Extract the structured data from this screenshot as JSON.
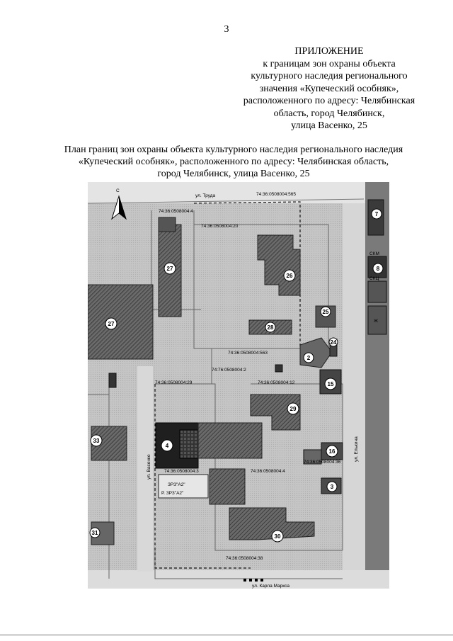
{
  "page_number": "3",
  "appendix": {
    "lines": [
      "ПРИЛОЖЕНИЕ",
      "к границам зон охраны объекта",
      "культурного наследия регионального",
      "значения «Купеческий особняк»,",
      "расположенного по адресу:  Челябинская",
      "область, город Челябинск,",
      "улица Васенко,  25"
    ]
  },
  "plan_title": {
    "lines": [
      "План границ зон охраны объекта культурного наследия регионального наследия",
      "«Купеческий особняк», расположенного по адресу:  Челябинская область,",
      "город Челябинск, улица Васенко,  25"
    ]
  },
  "map": {
    "north_letter": "С",
    "streets": {
      "top": "ул. Труда",
      "left": "ул. Васенко",
      "right": "ул. Елькина",
      "bottom": "ул. Карла Маркса"
    },
    "parcels": [
      "74:36:0508004:565",
      "74:36:0508004:20",
      "74:36:0508004:4",
      "74:36:0508004:563",
      "74:76:0508004:2",
      "74:36:0508004:29",
      "74:36:0508004:12",
      "74:36:0508004:36",
      "74:36:0508004:4",
      "74:36:0508004:3",
      "74:36:0508004:38"
    ],
    "zone_labels": [
      "ЗРЗ\"А2\"",
      "Р. ЗРЗ\"А2\""
    ],
    "object_numbers": [
      "7",
      "8",
      "27",
      "27",
      "26",
      "25",
      "28",
      "24",
      "2",
      "15",
      "29",
      "4",
      "33",
      "16",
      "3",
      "31",
      "30"
    ],
    "side_labels": [
      "СКМ",
      "СКЦ",
      "Ж"
    ]
  }
}
